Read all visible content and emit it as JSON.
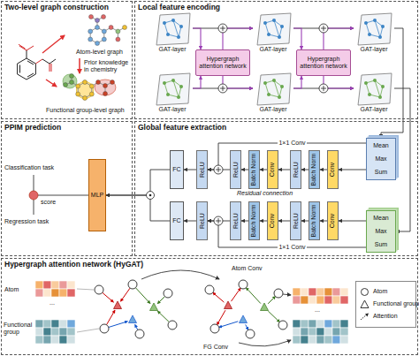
{
  "diagram": {
    "nodes": [
      {
        "text": [
          "Two-level graph construction"
        ]
      },
      {
        "text": [
          "Local feature encoding"
        ]
      },
      {
        "text": [
          "GAT-layer"
        ],
        "in": 1
      },
      {
        "text": [
          "GAT-layer"
        ],
        "in": 1
      },
      {
        "text": [
          "GAT-layer"
        ],
        "in": 1
      },
      {
        "text": [
          "Hypergraph attention network"
        ],
        "in": 1
      },
      {
        "text": [
          "Hypergraph attention network"
        ],
        "in": 1
      },
      {
        "text": [
          "GAT-layer"
        ],
        "in": 1
      },
      {
        "text": [
          "GAT-layer"
        ],
        "in": 1
      },
      {
        "text": [
          "GAT-layer"
        ],
        "in": 1
      },
      {
        "text": [
          "PPIM prediction"
        ]
      },
      {
        "text": [
          "MLP"
        ],
        "in": 10
      },
      {
        "text": [
          "Global feature extraction"
        ]
      },
      {
        "text": [
          "FC"
        ],
        "in": 12
      },
      {
        "text": [
          "ReLU"
        ],
        "in": 12
      },
      {
        "text": [
          "ReLU"
        ],
        "in": 12
      },
      {
        "text": [
          "Batch Norm"
        ],
        "in": 12
      },
      {
        "text": [
          "Conv"
        ],
        "in": 12
      },
      {
        "text": [
          "ReLU"
        ],
        "in": 12
      },
      {
        "text": [
          "Batch Norm"
        ],
        "in": 12
      },
      {
        "text": [
          "Conv"
        ],
        "in": 12
      },
      {
        "text": [
          "Mean",
          "Max",
          "Sum"
        ],
        "in": 12
      },
      {
        "text": [
          "FC"
        ],
        "in": 12
      },
      {
        "text": [
          "ReLU"
        ],
        "in": 12
      },
      {
        "text": [
          "ReLU"
        ],
        "in": 12
      },
      {
        "text": [
          "Batch Norm"
        ],
        "in": 12
      },
      {
        "text": [
          "Conv"
        ],
        "in": 12
      },
      {
        "text": [
          "ReLU"
        ],
        "in": 12
      },
      {
        "text": [
          "Batch Norm"
        ],
        "in": 12
      },
      {
        "text": [
          "Conv"
        ],
        "in": 12
      },
      {
        "text": [
          "Mean",
          "Max",
          "Sum"
        ],
        "in": 12
      },
      {
        "text": [
          "Hypergraph attention network (HyGAT)"
        ]
      }
    ],
    "edges": [
      {
        "from": 2,
        "to": 3,
        "arrow": "to"
      },
      {
        "from": 3,
        "to": 4,
        "arrow": "to"
      },
      {
        "from": 7,
        "to": 8,
        "arrow": "to"
      },
      {
        "from": 8,
        "to": 9,
        "arrow": "to"
      },
      {
        "from": 2,
        "to": 5,
        "arrow": "to"
      },
      {
        "from": 7,
        "to": 5,
        "arrow": "to"
      },
      {
        "from": 5,
        "to": 3,
        "arrow": "to"
      },
      {
        "from": 5,
        "to": 8,
        "arrow": "to"
      },
      {
        "from": 3,
        "to": 6,
        "arrow": "to"
      },
      {
        "from": 8,
        "to": 6,
        "arrow": "to"
      },
      {
        "from": 6,
        "to": 4,
        "arrow": "to"
      },
      {
        "from": 6,
        "to": 9,
        "arrow": "to"
      },
      {
        "from": 4,
        "to": 21,
        "arrow": "to"
      },
      {
        "from": 9,
        "to": 30,
        "arrow": "to"
      },
      {
        "from": 21,
        "to": 20,
        "arrow": "to"
      },
      {
        "from": 20,
        "to": 19,
        "arrow": "to"
      },
      {
        "from": 19,
        "to": 18,
        "arrow": "to"
      },
      {
        "from": 18,
        "to": 17,
        "arrow": "to"
      },
      {
        "from": 17,
        "to": 16,
        "arrow": "to"
      },
      {
        "from": 16,
        "to": 15,
        "arrow": "to"
      },
      {
        "from": 15,
        "to": 14,
        "arrow": "to"
      },
      {
        "from": 21,
        "to": 14,
        "label": "1×1 Conv",
        "arrow": "to"
      },
      {
        "from": 14,
        "to": 13,
        "arrow": "to"
      },
      {
        "from": 30,
        "to": 29,
        "arrow": "to"
      },
      {
        "from": 29,
        "to": 28,
        "arrow": "to"
      },
      {
        "from": 28,
        "to": 27,
        "arrow": "to"
      },
      {
        "from": 27,
        "to": 26,
        "arrow": "to"
      },
      {
        "from": 26,
        "to": 25,
        "arrow": "to"
      },
      {
        "from": 25,
        "to": 24,
        "arrow": "to"
      },
      {
        "from": 24,
        "to": 23,
        "arrow": "to"
      },
      {
        "from": 30,
        "to": 23,
        "label": "1×1 Conv",
        "arrow": "to"
      },
      {
        "from": 23,
        "to": 22,
        "arrow": "to"
      },
      {
        "from": 13,
        "to": 11,
        "arrow": "to"
      },
      {
        "from": 22,
        "to": 11,
        "arrow": "to"
      }
    ],
    "labels": [
      "Atom-level graph",
      "Prior knowledge in chemistry",
      "Functional group-level graph",
      "Residual connection",
      "score",
      "Classification task",
      "Regression task",
      "Atom",
      "...",
      "Functional group",
      "...",
      "Atom Conv",
      "FG Conv"
    ],
    "legend": [
      {
        "text": "Atom"
      },
      {
        "text": "Functional group"
      },
      {
        "text": "Attention"
      }
    ]
  }
}
